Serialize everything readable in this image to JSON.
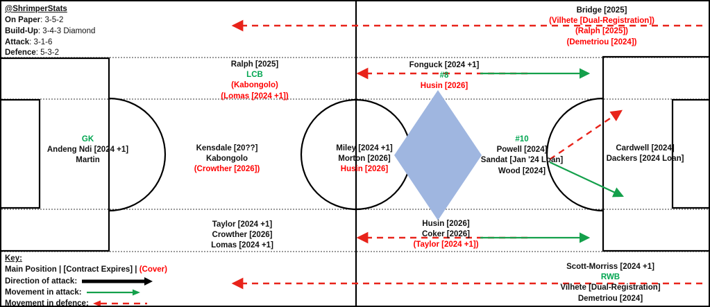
{
  "meta": {
    "handle": "@ShrimperStats",
    "rows": [
      {
        "key": "On Paper",
        "value": "3-5-2"
      },
      {
        "key": "Build-Up",
        "value": "3-4-3 Diamond"
      },
      {
        "key": "Attack",
        "value": "3-1-6"
      },
      {
        "key": "Defence",
        "value": "5-3-2"
      }
    ]
  },
  "key": {
    "title": "Key:",
    "legend_main": "Main Position",
    "legend_sep1": "|",
    "legend_contract": "[Contract Expires]",
    "legend_sep2": "|",
    "legend_cover": "(Cover)",
    "direction_label": "Direction of attack:",
    "attack_label": "Movement in attack:",
    "defence_label": "Movement in defence:"
  },
  "colors": {
    "position_green": "#00A550",
    "cover_red": "#FF0000",
    "text_black": "#111111",
    "diamond_fill": "#9FB6E0",
    "attack_arrow": "#14A04B",
    "defence_arrow": "#E8231A",
    "pitch_line": "#000000"
  },
  "positions": [
    {
      "id": "goalkeeper",
      "name": "gk-label",
      "lines": [
        {
          "text": "GK",
          "style": "pos"
        },
        {
          "text": "Andeng Ndi [2024 +1]",
          "style": "blk"
        },
        {
          "text": "Martin",
          "style": "blk"
        }
      ]
    },
    {
      "id": "left-centre-back",
      "name": "lcb-label",
      "lines": [
        {
          "text": "Ralph [2025]",
          "style": "blk"
        },
        {
          "text": "LCB",
          "style": "pos"
        },
        {
          "text": "(Kabongolo)",
          "style": "cov"
        },
        {
          "text": "(Lomas [2024 +1])",
          "style": "cov"
        }
      ]
    },
    {
      "id": "centre-back",
      "name": "cb-label",
      "lines": [
        {
          "text": "Kensdale [20??]",
          "style": "blk"
        },
        {
          "text": "Kabongolo",
          "style": "blk"
        },
        {
          "text": "(Crowther [2026])",
          "style": "cov"
        }
      ]
    },
    {
      "id": "right-centre-back",
      "name": "rcb-label",
      "lines": [
        {
          "text": "Taylor [2024 +1]",
          "style": "blk"
        },
        {
          "text": "Crowther [2026]",
          "style": "blk"
        },
        {
          "text": "Lomas [2024 +1]",
          "style": "blk"
        }
      ]
    },
    {
      "id": "left-wing-back",
      "name": "lwb-label",
      "lines": [
        {
          "text": "Bridge [2025]",
          "style": "blk"
        },
        {
          "text": "(Vilhete [Dual-Registration])",
          "style": "cov"
        },
        {
          "text": "(Ralph [2025])",
          "style": "cov"
        },
        {
          "text": "(Demetriou [2024])",
          "style": "cov"
        }
      ]
    },
    {
      "id": "number-8",
      "name": "cm8-label",
      "lines": [
        {
          "text": "Fonguck [2024 +1]",
          "style": "blk"
        },
        {
          "text": "#8",
          "style": "pos"
        },
        {
          "text": "Husin [2026]",
          "style": "cov"
        }
      ]
    },
    {
      "id": "centre-midfield",
      "name": "cm-label",
      "lines": [
        {
          "text": "Miley [2024 +1]",
          "style": "blk"
        },
        {
          "text": "Morton [2026]",
          "style": "blk"
        },
        {
          "text": "Husin [2026]",
          "style": "cov"
        }
      ]
    },
    {
      "id": "number-10",
      "name": "cam10-label",
      "lines": [
        {
          "text": "#10",
          "style": "pos"
        },
        {
          "text": "Powell [2024]",
          "style": "blk"
        },
        {
          "text": "Sandat [Jan '24 Loan]",
          "style": "blk"
        },
        {
          "text": "Wood [2024]",
          "style": "blk"
        }
      ]
    },
    {
      "id": "defensive-midfield",
      "name": "dm-label",
      "lines": [
        {
          "text": "Husin [2026]",
          "style": "blk"
        },
        {
          "text": "Coker [2026]",
          "style": "blk"
        },
        {
          "text": "(Taylor [2024 +1])",
          "style": "cov"
        }
      ]
    },
    {
      "id": "right-wing-back",
      "name": "rwb-label",
      "lines": [
        {
          "text": "Scott-Morriss [2024 +1]",
          "style": "blk"
        },
        {
          "text": "RWB",
          "style": "pos"
        },
        {
          "text": "Vilhete [Dual-Registration]",
          "style": "blk"
        },
        {
          "text": "Demetriou [2024]",
          "style": "blk"
        }
      ]
    },
    {
      "id": "strikers",
      "name": "striker-label",
      "lines": [
        {
          "text": "Cardwell [2024]",
          "style": "blk"
        },
        {
          "text": "Dackers [2024 Loan]",
          "style": "blk"
        }
      ]
    }
  ]
}
